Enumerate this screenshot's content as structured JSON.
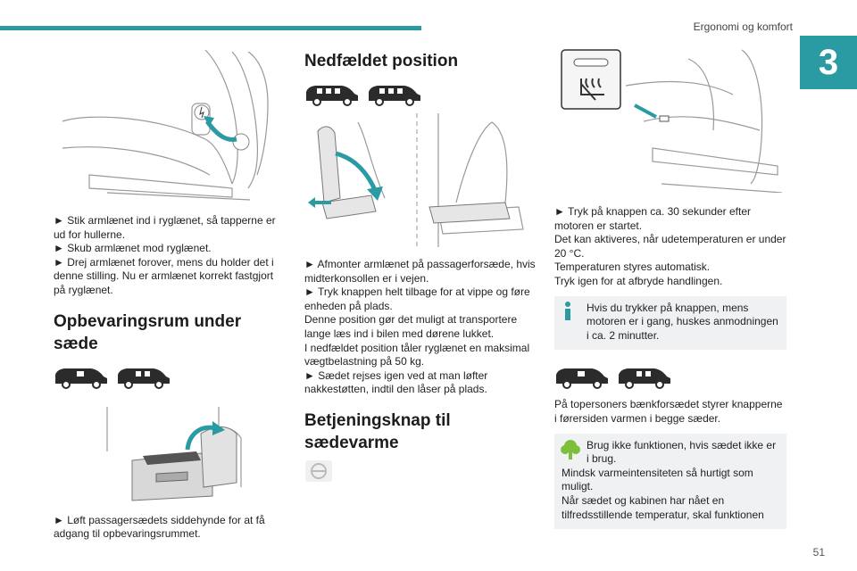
{
  "header": {
    "section": "Ergonomi og komfort",
    "chapter": "3"
  },
  "page_number": "51",
  "col1": {
    "steps": [
      "► Stik armlænet ind i ryglænet, så tapperne er ud for hullerne.",
      "► Skub armlænet mod ryglænet.",
      "► Drej armlænet forover, mens du holder det i denne stilling. Nu er armlænet korrekt fastgjort på ryglænet."
    ],
    "heading": "Opbevaringsrum under sæde",
    "step2": "► Løft passagersædets siddehynde for at få adgang til opbevaringsrummet."
  },
  "col2": {
    "heading": "Nedfældet position",
    "lines": [
      "► Afmonter armlænet på passagerforsæde, hvis midterkonsollen er i vejen.",
      "► Tryk knappen helt tilbage for at vippe og føre enheden på plads.",
      "Denne position gør det muligt at transportere lange læs ind i bilen med dørene lukket.",
      "I nedfældet position tåler ryglænet en maksimal vægtbelastning på 50 kg.",
      "► Sædet rejses igen ved at man løfter nakkestøtten, indtil den låser på plads."
    ],
    "heading2": "Betjeningsknap til sædevarme"
  },
  "col3": {
    "lines": [
      "► Tryk på knappen ca. 30 sekunder efter motoren er startet.",
      "Det kan aktiveres, når udetemperaturen er under 20 °C.",
      "Temperaturen styres automatisk.",
      "Tryk igen for at afbryde handlingen."
    ],
    "info": "Hvis du trykker på knappen, mens motoren er i gang, huskes anmodningen i ca. 2 minutter.",
    "bench": "På topersoners bænkforsædet styrer knapperne i førersiden varmen i begge sæder.",
    "eco_first": "Brug ikke funktionen, hvis sædet ikke er i brug.",
    "eco_rest": [
      "Mindsk varmeintensiteten så hurtigt som muligt.",
      "Når sædet og kabinen har nået en tilfredsstillende temperatur, skal funktionen"
    ]
  },
  "colors": {
    "accent": "#2a9aa3",
    "info": "#2a9aa3",
    "eco": "#7bbf3a"
  }
}
